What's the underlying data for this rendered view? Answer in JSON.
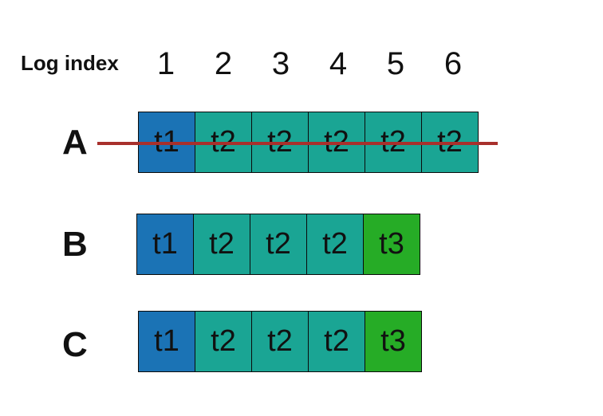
{
  "header": {
    "label": "Log index",
    "indices": [
      "1",
      "2",
      "3",
      "4",
      "5",
      "6"
    ]
  },
  "colors": {
    "t1": "#1b73b5",
    "t2": "#1aa594",
    "t3": "#26ac26",
    "strike": "#a8302c"
  },
  "logs": [
    {
      "name": "A",
      "entries": [
        "t1",
        "t2",
        "t2",
        "t2",
        "t2",
        "t2"
      ],
      "struck_through": true
    },
    {
      "name": "B",
      "entries": [
        "t1",
        "t2",
        "t2",
        "t2",
        "t3"
      ],
      "struck_through": false
    },
    {
      "name": "C",
      "entries": [
        "t1",
        "t2",
        "t2",
        "t2",
        "t3"
      ],
      "struck_through": false
    }
  ]
}
